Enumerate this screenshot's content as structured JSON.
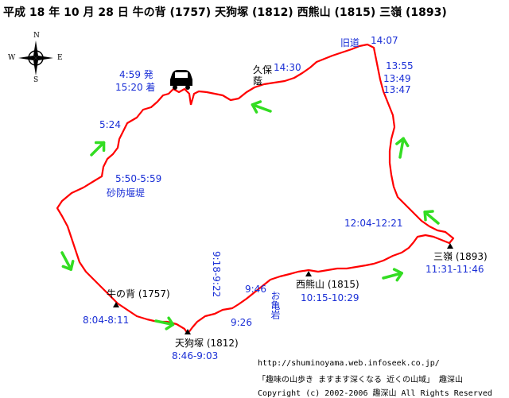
{
  "title": "平成 18 年 10 月 28 日 牛の背 (1757) 天狗塚 (1812) 西熊山 (1815) 三嶺 (1893)",
  "compass": {
    "n": "N",
    "s": "S",
    "e": "E",
    "w": "W"
  },
  "labels": {
    "start": "4:59 発",
    "finish": "15:20 着",
    "kubo": "久保",
    "kubo2": "蔭",
    "t1430": "14:30",
    "kyudo": "旧道",
    "t1407": "14:07",
    "t1355": "13:55",
    "t1349": "13:49",
    "t1347": "13:47",
    "t524": "5:24",
    "dam_time": "5:50-5:59",
    "dam_name": "砂防堰堤",
    "t1204": "12:04-12:21",
    "sanrei_name": "三嶺 (1893)",
    "sanrei_time": "11:31-11:46",
    "nishikuma_name": "西熊山 (1815)",
    "nishikuma_time": "10:15-10:29",
    "t946": "9:46",
    "okame": "お亀岩",
    "t926": "9:26",
    "t918": "9:18-9:22",
    "ushi_name": "牛の背 (1757)",
    "ushi_time": "8:04-8:11",
    "tengu_name": "天狗塚 (1812)",
    "tengu_time": "8:46-9:03"
  },
  "footer": {
    "url": "http://shuminoyama.web.infoseek.co.jp/",
    "site": "「趣味の山歩き ますます深くなる 近くの山域」 趣深山",
    "copyright": "Copyright (c)  2002-2006  趣深山  All Rights Reserved"
  },
  "colors": {
    "route": "#ff0000",
    "arrow": "#33dd22",
    "text_blue": "#1a2fd6"
  },
  "icons": [
    "compass-icon",
    "car-icon",
    "summit-marker-icon",
    "direction-arrow-icon"
  ]
}
